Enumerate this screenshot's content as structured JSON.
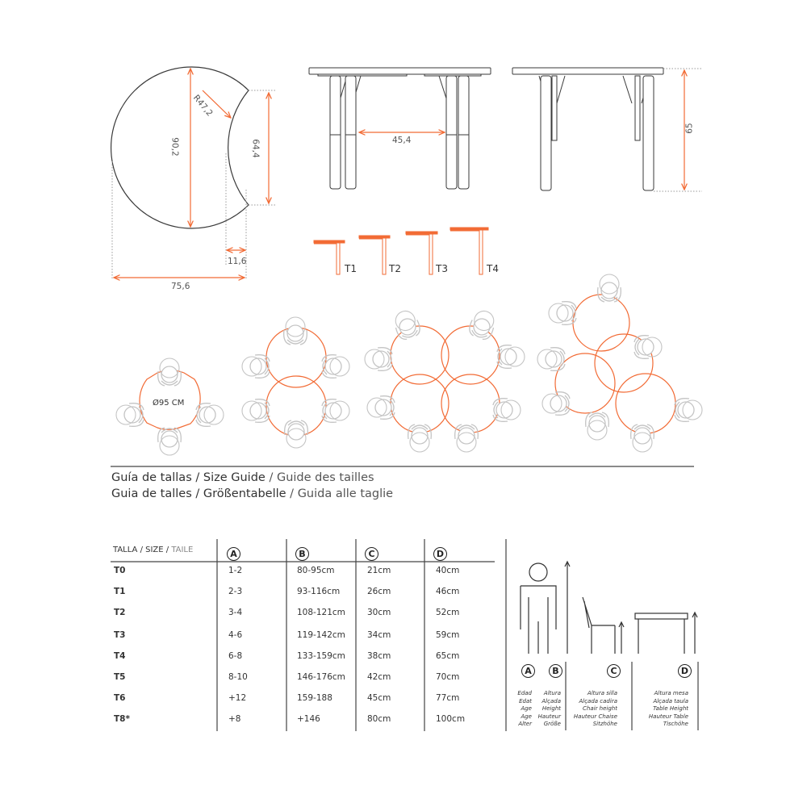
{
  "drawing": {
    "top_view": {
      "diameter": "90,2",
      "radius": "R47,2",
      "notch_height": "64,4",
      "notch_depth": "11,6",
      "width": "75,6"
    },
    "front_view": {
      "leg_spacing": "45,4"
    },
    "side_view": {
      "height": "65"
    },
    "sizes": [
      "T1",
      "T2",
      "T3",
      "T4"
    ],
    "configurations": {
      "diameter_label": "Ø95 CM"
    }
  },
  "colors": {
    "accent": "#f26b35",
    "line": "#3a3a3a",
    "figure": "#c4c4c4"
  },
  "titles": {
    "line1": [
      "Guía de tallas",
      " / ",
      "Size Guide",
      " / ",
      "Guide des tailles"
    ],
    "line2": [
      "Guia de talles",
      " / ",
      "Größentabelle",
      " / ",
      "Guida alle taglie"
    ]
  },
  "table": {
    "header": {
      "size_a": "TALLA / SIZE / ",
      "size_b": "TAILE",
      "cols": [
        "A",
        "B",
        "C",
        "D"
      ]
    },
    "rows": [
      [
        "T0",
        "1-2",
        "80-95cm",
        "21cm",
        "40cm"
      ],
      [
        "T1",
        "2-3",
        "93-116cm",
        "26cm",
        "46cm"
      ],
      [
        "T2",
        "3-4",
        "108-121cm",
        "30cm",
        "52cm"
      ],
      [
        "T3",
        "4-6",
        "119-142cm",
        "34cm",
        "59cm"
      ],
      [
        "T4",
        "6-8",
        "133-159cm",
        "38cm",
        "65cm"
      ],
      [
        "T5",
        "8-10",
        "146-176cm",
        "42cm",
        "70cm"
      ],
      [
        "T6",
        "+12",
        "159-188",
        "45cm",
        "77cm"
      ],
      [
        "T8*",
        "+8",
        "+146",
        "80cm",
        "100cm"
      ]
    ]
  },
  "legend": {
    "letters": [
      "A",
      "B",
      "C",
      "D"
    ],
    "age": [
      "Edad",
      "Edat",
      "Age",
      "Age",
      "Alter"
    ],
    "height": [
      "Altura",
      "Alçada",
      "Height",
      "Hauteur",
      "Größe"
    ],
    "chair": [
      "Altura silla",
      "Alçada cadira",
      "Chair height",
      "Hauteur Chaise",
      "Sitzhöhe"
    ],
    "table": [
      "Altura mesa",
      "Alçada taula",
      "Table Height",
      "Hauteur Table",
      "Tischöhe"
    ]
  }
}
